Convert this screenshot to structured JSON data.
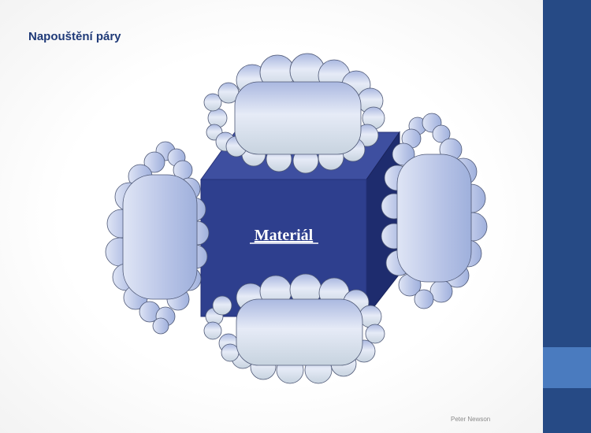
{
  "slide": {
    "title": "Napouštění páry",
    "footer": "Peter Newson"
  },
  "diagram": {
    "cube_label": "Materiál",
    "clouds": [
      "top",
      "left",
      "right",
      "bottom"
    ]
  },
  "colors": {
    "title": "#1f3a78",
    "sidebar": "#264a85",
    "sidebar_accent": "#4a7bbf",
    "cube_front": "#2e3f8e",
    "cube_top": "#3e4fa0",
    "cube_side": "#1e2c6e",
    "cloud_light": "#dde3f4",
    "cloud_mid": "#a9b6dc",
    "cloud_stroke": "#4d5775"
  }
}
